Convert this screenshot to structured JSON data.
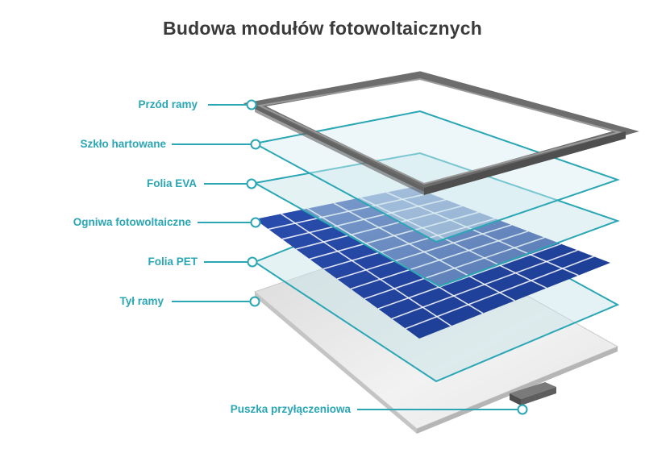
{
  "title": "Budowa modułów fotowoltaicznych",
  "labels": {
    "frame_front": "Przód ramy",
    "tempered_glass": "Szkło hartowane",
    "eva_film": "Folia EVA",
    "pv_cells": "Ogniwa fotowoltaiczne",
    "pet_film": "Folia PET",
    "frame_back": "Tył ramy",
    "junction_box": "Puszka przyłączeniowa"
  },
  "colors": {
    "accent": "#2aa6b4",
    "title": "#3a3a3a",
    "cell_blue": "#1f3f96",
    "frame_grey": "#6d6d6d"
  }
}
